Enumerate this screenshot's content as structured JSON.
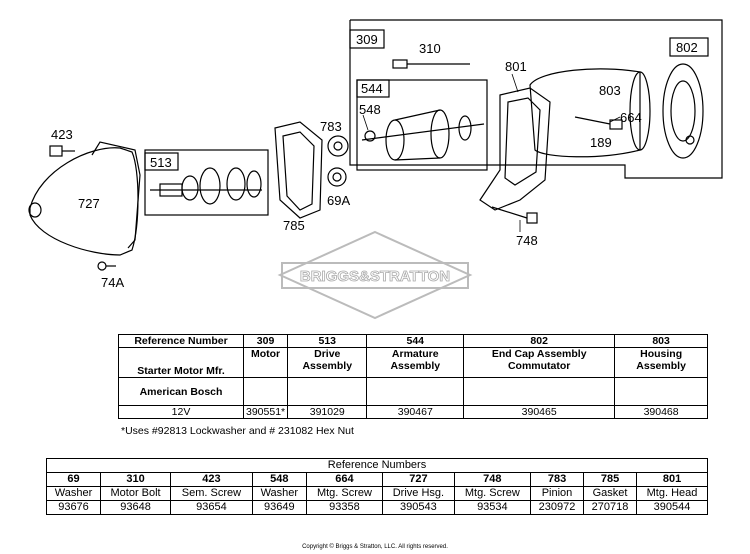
{
  "diagram": {
    "logo_text": "BRIGGS&STRATTON",
    "callouts": [
      "309",
      "310",
      "801",
      "802",
      "803",
      "544",
      "548",
      "664",
      "189",
      "783",
      "69A",
      "785",
      "748",
      "423",
      "513",
      "727",
      "74A"
    ]
  },
  "table1": {
    "ref_label": "Reference Number",
    "mfr_label": "Starter Motor Mfr.",
    "mfr_name": "American Bosch",
    "columns": [
      {
        "ref": "309",
        "desc": "Motor",
        "value": "390551*"
      },
      {
        "ref": "513",
        "desc": "Drive Assembly",
        "value": "391029"
      },
      {
        "ref": "544",
        "desc": "Armature Assembly",
        "value": "390467"
      },
      {
        "ref": "802",
        "desc": "End Cap Assembly Commutator",
        "value": "390465"
      },
      {
        "ref": "803",
        "desc": "Housing Assembly",
        "value": "390468"
      }
    ],
    "voltage": "12V"
  },
  "note": "*Uses #92813 Lockwasher and # 231082 Hex Nut",
  "table2": {
    "title": "Reference Numbers",
    "columns": [
      {
        "ref": "69",
        "desc": "Washer",
        "value": "93676"
      },
      {
        "ref": "310",
        "desc": "Motor Bolt",
        "value": "93648"
      },
      {
        "ref": "423",
        "desc": "Sem. Screw",
        "value": "93654"
      },
      {
        "ref": "548",
        "desc": "Washer",
        "value": "93649"
      },
      {
        "ref": "664",
        "desc": "Mtg. Screw",
        "value": "93358"
      },
      {
        "ref": "727",
        "desc": "Drive Hsg.",
        "value": "390543"
      },
      {
        "ref": "748",
        "desc": "Mtg. Screw",
        "value": "93534"
      },
      {
        "ref": "783",
        "desc": "Pinion",
        "value": "230972"
      },
      {
        "ref": "785",
        "desc": "Gasket",
        "value": "270718"
      },
      {
        "ref": "801",
        "desc": "Mtg. Head",
        "value": "390544"
      }
    ]
  },
  "copyright": "Copyright © Briggs & Stratton, LLC. All rights reserved."
}
